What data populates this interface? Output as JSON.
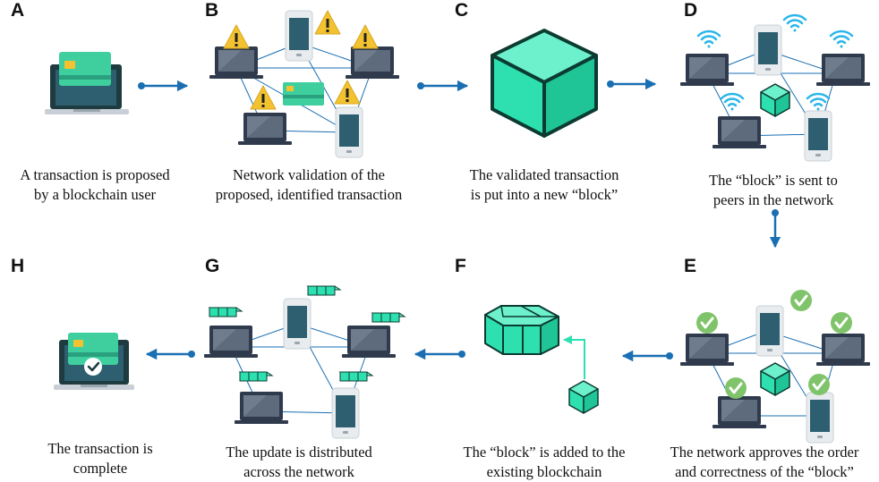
{
  "panels": [
    {
      "letter": "A",
      "caption": [
        "A transaction is proposed",
        "by a blockchain user"
      ]
    },
    {
      "letter": "B",
      "caption": [
        "Network validation of the",
        "proposed, identified transaction"
      ]
    },
    {
      "letter": "C",
      "caption": [
        "The validated transaction",
        "is put into a new “block”"
      ]
    },
    {
      "letter": "D",
      "caption": [
        "The “block” is sent to",
        "peers in the network"
      ]
    },
    {
      "letter": "E",
      "caption": [
        "The network approves the order",
        "and correctness of the “block”"
      ]
    },
    {
      "letter": "F",
      "caption": [
        "The “block” is added to the",
        "existing blockchain"
      ]
    },
    {
      "letter": "G",
      "caption": [
        "The update is distributed",
        "across the network"
      ]
    },
    {
      "letter": "H",
      "caption": [
        "The transaction is",
        "complete"
      ]
    }
  ],
  "colors": {
    "teal": "#2ee0b0",
    "teal_dark": "#1a9e7c",
    "arrow": "#1a6fb3",
    "laptop": "#2f3b4c",
    "screen": "#2d5f70",
    "warning": "#f2c230",
    "check": "#7fc46a",
    "wifi": "#29b6e8"
  }
}
